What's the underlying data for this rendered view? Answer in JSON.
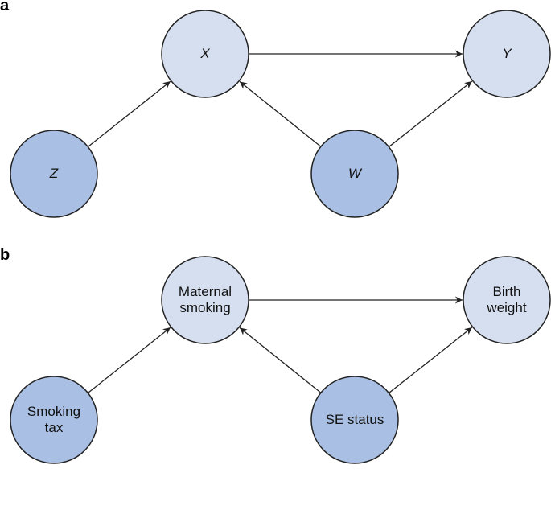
{
  "panels": [
    {
      "label": "a",
      "nodes": [
        {
          "id": "X",
          "text": "X",
          "type": "light"
        },
        {
          "id": "Y",
          "text": "Y",
          "type": "light"
        },
        {
          "id": "Z",
          "text": "Z",
          "type": "dark"
        },
        {
          "id": "W",
          "text": "W",
          "type": "dark"
        }
      ],
      "edges": [
        [
          "Z",
          "X"
        ],
        [
          "X",
          "Y"
        ],
        [
          "W",
          "X"
        ],
        [
          "W",
          "Y"
        ]
      ]
    },
    {
      "label": "b",
      "nodes": [
        {
          "id": "X",
          "text": "Maternal smoking",
          "type": "light"
        },
        {
          "id": "Y",
          "text": "Birth weight",
          "type": "light"
        },
        {
          "id": "Z",
          "text": "Smoking tax",
          "type": "dark"
        },
        {
          "id": "W",
          "text": "SE status",
          "type": "dark"
        }
      ],
      "edges": [
        [
          "Z",
          "X"
        ],
        [
          "X",
          "Y"
        ],
        [
          "W",
          "X"
        ],
        [
          "W",
          "Y"
        ]
      ]
    }
  ],
  "colors": {
    "light": "#d6dff0",
    "dark": "#a9bfe3",
    "stroke": "#222222"
  }
}
